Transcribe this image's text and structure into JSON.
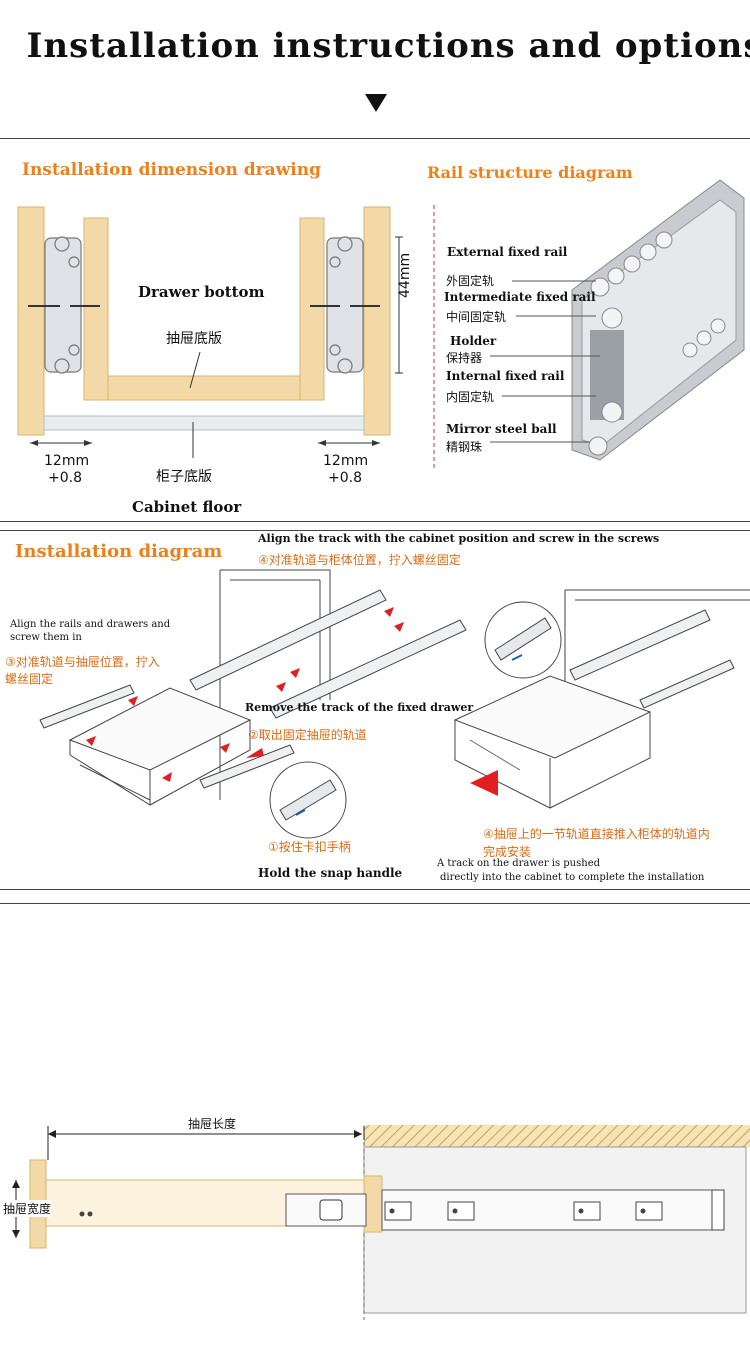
{
  "header": {
    "title": "Installation instructions and options"
  },
  "dimension": {
    "title": "Installation dimension drawing",
    "drawer_bottom": "Drawer bottom",
    "drawer_bottom_cn": "抽屉底版",
    "height": "44mm",
    "left_gap": "12mm\n+0.8",
    "left_gap_a": "12mm",
    "left_gap_b": "+0.8",
    "right_gap_a": "12mm",
    "right_gap_b": "+0.8",
    "floor_cn": "柜子底版",
    "floor": "Cabinet floor"
  },
  "rail": {
    "title": "Rail structure diagram",
    "parts": [
      {
        "en": "External fixed rail",
        "cn": "外固定轨"
      },
      {
        "en": "Intermediate fixed rail",
        "cn": "中间固定轨"
      },
      {
        "en": "Holder",
        "cn": "保持器"
      },
      {
        "en": "Internal fixed rail",
        "cn": "内固定轨"
      },
      {
        "en": "Mirror steel ball",
        "cn": "精钢珠"
      }
    ]
  },
  "install": {
    "title": "Installation diagram",
    "step_a_en": "Align the track with the cabinet position and screw in the screws",
    "step_a_cn": "④对准轨道与柜体位置，拧入螺丝固定",
    "step_b_en1": "Align the rails and drawers and",
    "step_b_en2": "screw them in",
    "step_b_cn1": "③对准轨道与抽屉位置，拧入",
    "step_b_cn2": "螺丝固定",
    "step_c_en": "Remove the track of the fixed drawer",
    "step_c_cn": "②取出固定抽屉的轨道",
    "step_d_cn": "①按住卡扣手柄",
    "step_d_en": "Hold the snap handle",
    "step_e_cn1": "④抽屉上的一节轨道直接推入柜体的轨道内",
    "step_e_cn2": "完成安装",
    "step_e_en1": "A track on the drawer is pushed",
    "step_e_en2": "directly into the cabinet to complete the installation"
  },
  "bottom": {
    "length_label": "抽屉长度",
    "width_label": "抽屉宽度"
  },
  "colors": {
    "accent": "#f07f16",
    "wood": "#f3d9a8",
    "wood_edge": "#d9b56d"
  }
}
